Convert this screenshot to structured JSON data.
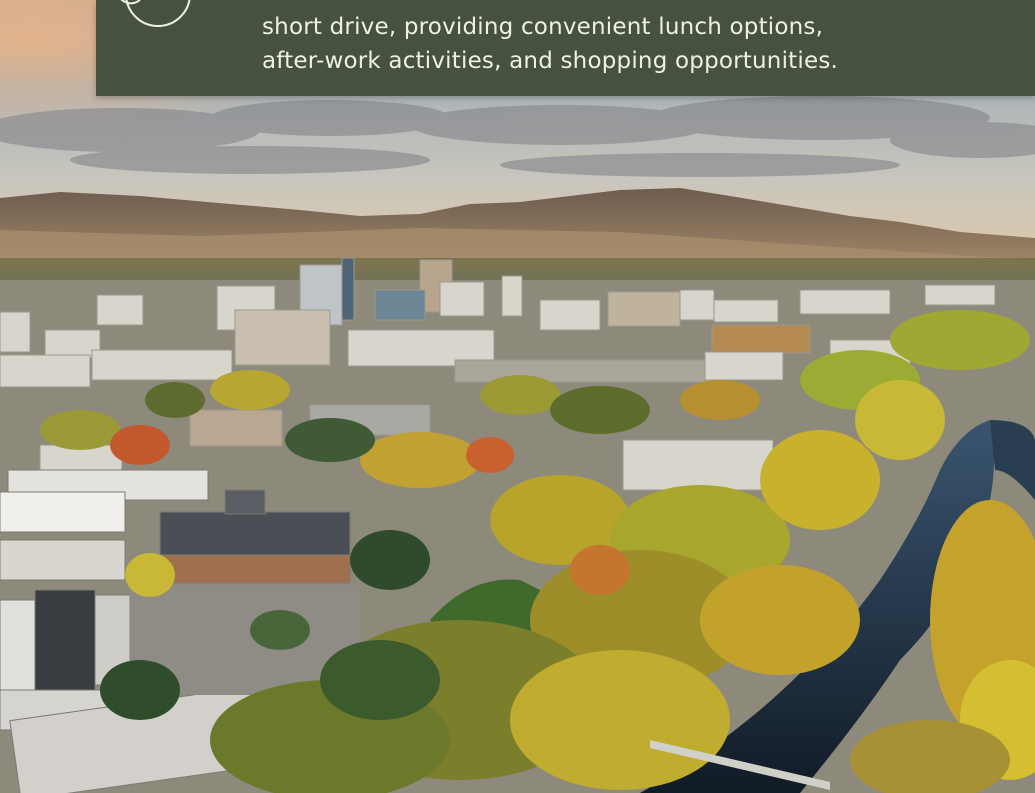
{
  "banner": {
    "lines": [
      "short drive, providing convenient lunch options,",
      "after-work activities, and shopping opportunities."
    ],
    "background_color": "#46513f",
    "text_color": "#eef0e6",
    "icon": "circle-badge-icon"
  },
  "photo": {
    "description_icon": "aerial-city-photo",
    "colors": {
      "sky": "#b9c2c8",
      "mountains": "#9a8162",
      "foliage_yellow": "#c9b234",
      "river": "#1c2a3a"
    }
  }
}
